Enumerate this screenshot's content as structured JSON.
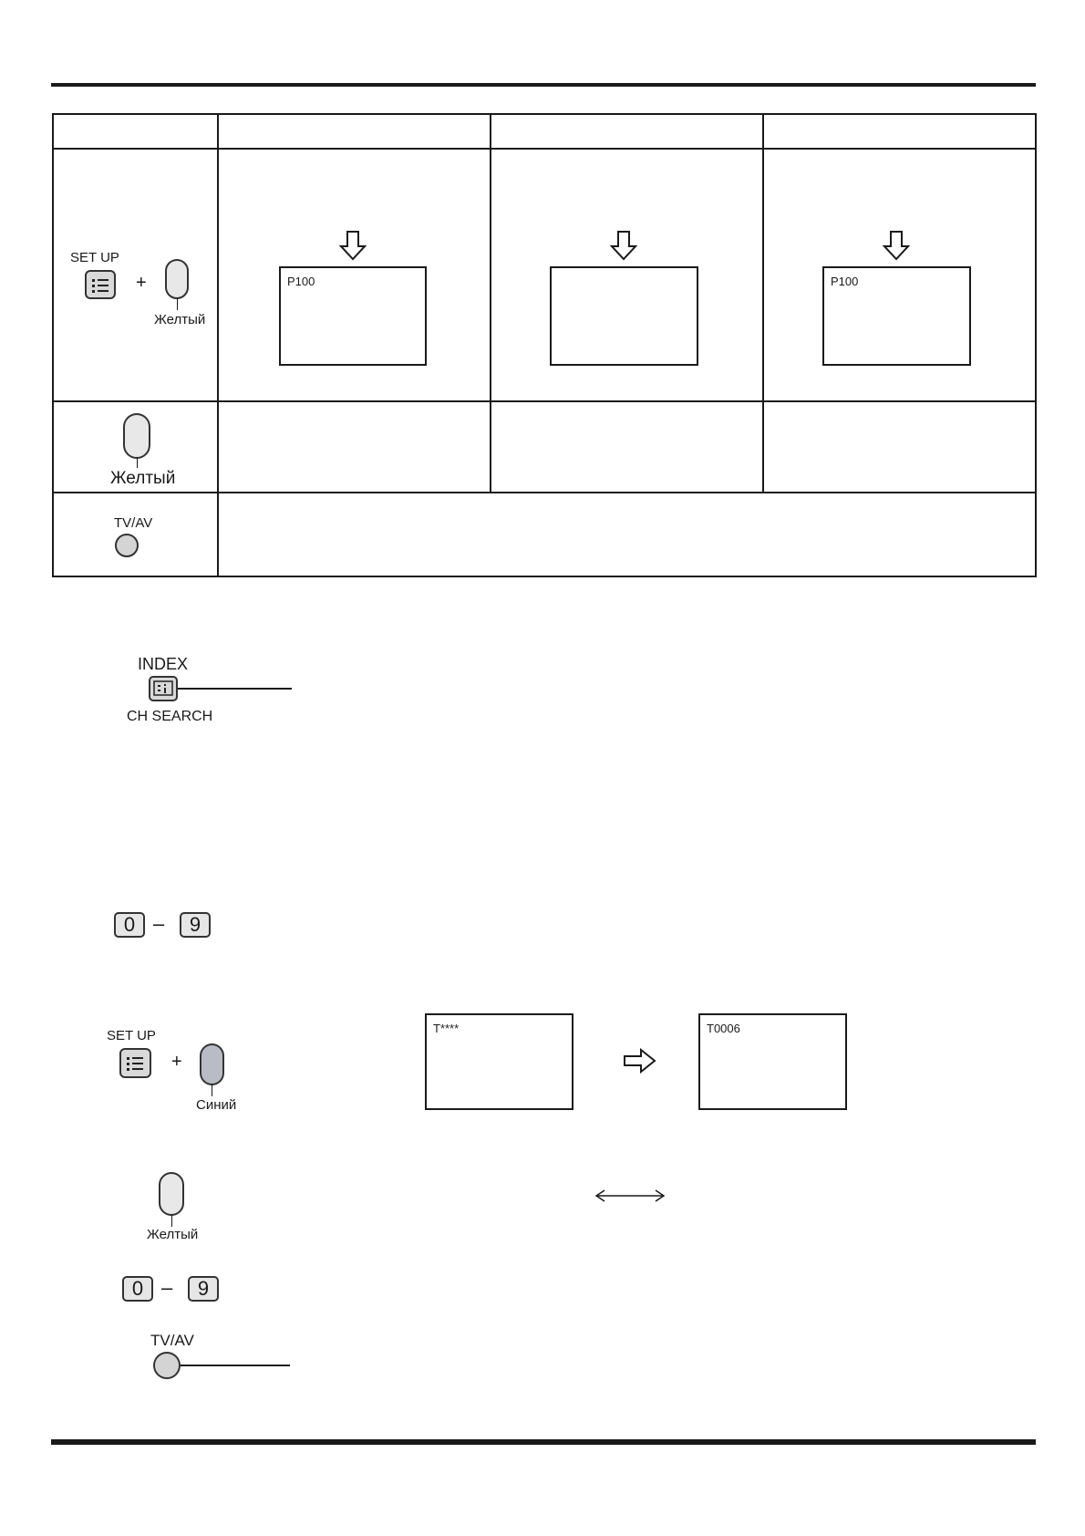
{
  "table": {
    "row_setup": {
      "button_label": "SET UP",
      "plus": "+",
      "color_label": "Желтый",
      "screens": [
        "P100",
        "",
        "P100"
      ]
    },
    "row_yellow": {
      "color_label": "Желтый"
    },
    "row_tvav": {
      "button_label": "TV/AV"
    }
  },
  "index_section": {
    "top_label": "INDEX",
    "bottom_label": "CH SEARCH"
  },
  "digits_1": {
    "first": "0",
    "dash": "–",
    "last": "9"
  },
  "setup_blue": {
    "button_label": "SET UP",
    "plus": "+",
    "color_label": "Синий",
    "screen_before": "T****",
    "screen_after": "T0006"
  },
  "yellow_2": {
    "color_label": "Желтый"
  },
  "digits_2": {
    "first": "0",
    "dash": "–",
    "last": "9"
  },
  "tvav_2": {
    "button_label": "TV/AV"
  },
  "colors": {
    "line": "#1a1a1a",
    "button_gray": "#d9d9d9",
    "blue_button": "#b8bcc4",
    "yellow_button": "#e8e8e8"
  }
}
